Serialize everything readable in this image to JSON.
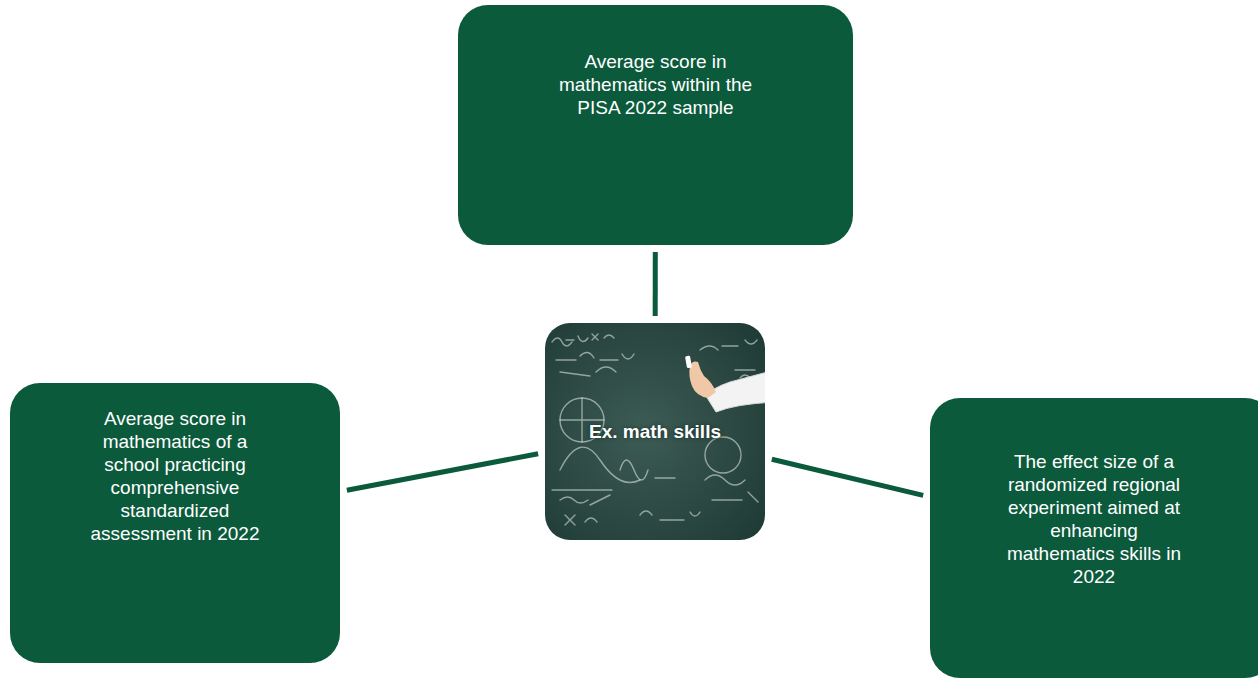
{
  "diagram": {
    "nodes": [
      {
        "text": [
          "Average score in mathematics within the PISA 2022 sample"
        ]
      },
      {
        "text": [
          "Average score in mathematics of a school practicing comprehensive standardized assessment in 2022"
        ]
      },
      {
        "text": [
          "Ex. math skills"
        ]
      },
      {
        "text": [
          "The effect size of a randomized regional experiment aimed at enhancing mathematics skills in 2022"
        ]
      }
    ],
    "edges": [
      {
        "from": 2,
        "to": 0,
        "arrow": "none"
      },
      {
        "from": 2,
        "to": 1,
        "arrow": "none"
      },
      {
        "from": 2,
        "to": 3,
        "arrow": "none"
      }
    ]
  }
}
